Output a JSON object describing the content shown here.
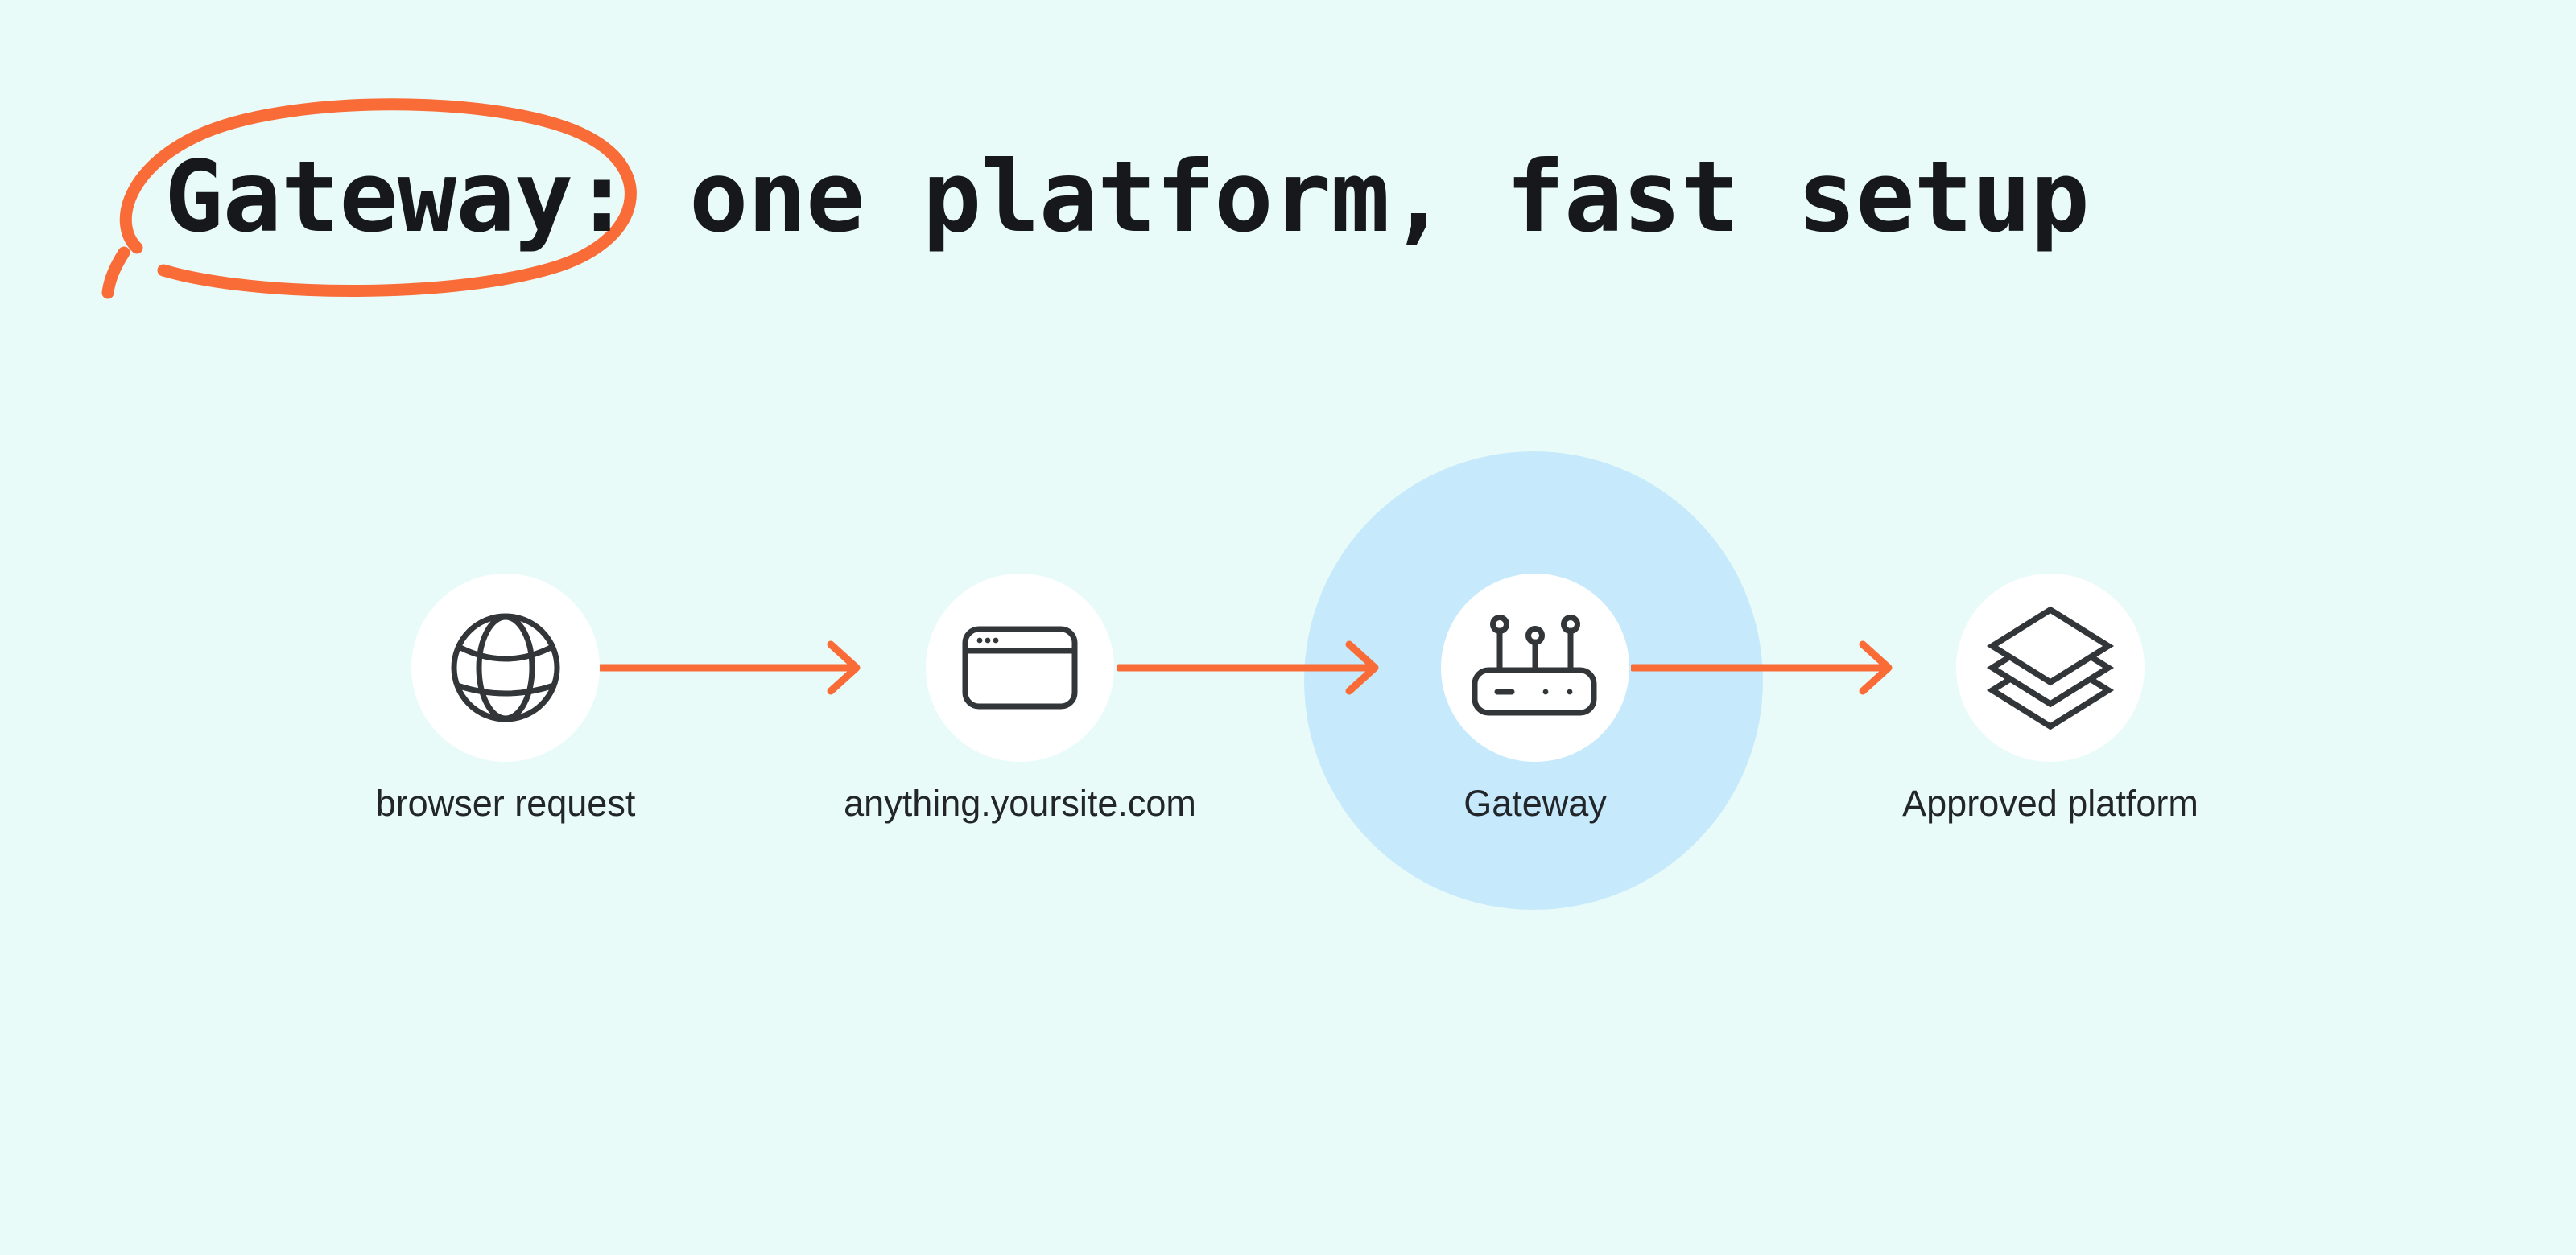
{
  "title": {
    "circled": "Gateway:",
    "rest": " one platform, fast setup"
  },
  "colors": {
    "background": "#E8FBF9",
    "accent_orange": "#F96C38",
    "highlight_blue": "#C6EAFB",
    "icon_stroke": "#333639",
    "title_text": "#16181B",
    "label_text": "#22262B",
    "node_fill": "#FFFFFF"
  },
  "flow": {
    "nodes": [
      {
        "label": "browser request",
        "icon": "globe-icon",
        "highlighted": false
      },
      {
        "label": "anything.yoursite.com",
        "icon": "browser-window-icon",
        "highlighted": false
      },
      {
        "label": "Gateway",
        "icon": "router-icon",
        "highlighted": true
      },
      {
        "label": "Approved platform",
        "icon": "layers-icon",
        "highlighted": false
      }
    ]
  }
}
